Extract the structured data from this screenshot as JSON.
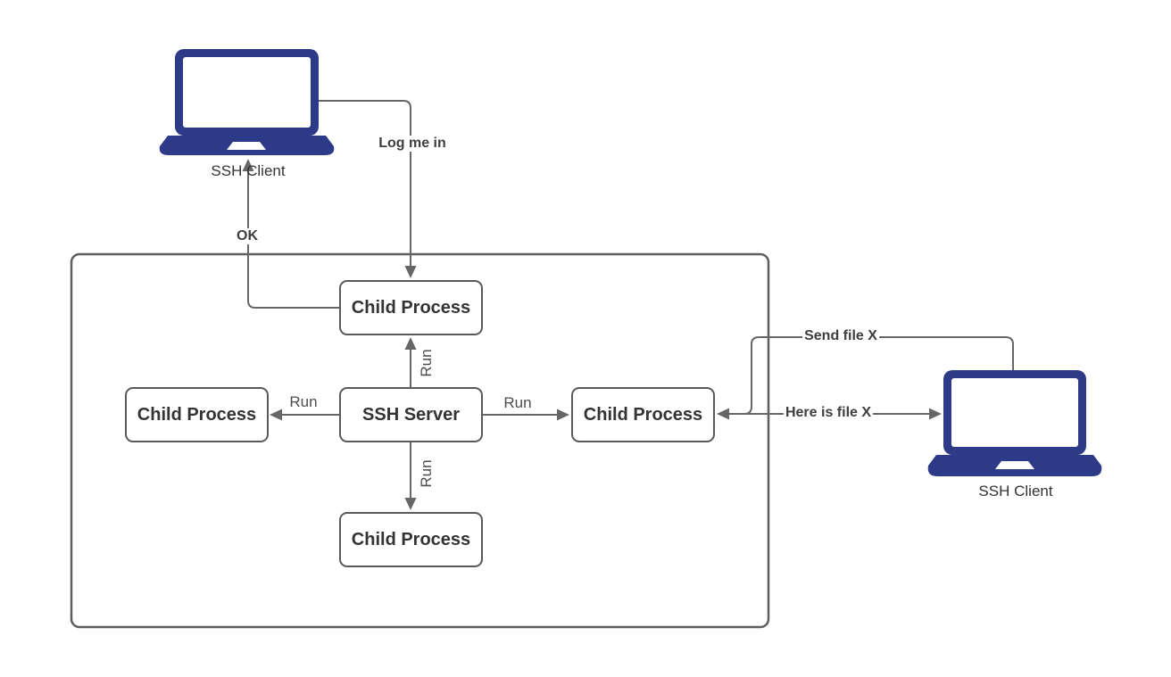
{
  "diagram": {
    "nodes": {
      "ssh_server": {
        "label": "SSH Server"
      },
      "child_top": {
        "label": "Child Process"
      },
      "child_left": {
        "label": "Child Process"
      },
      "child_right": {
        "label": "Child Process"
      },
      "child_bottom": {
        "label": "Child Process"
      },
      "client_left": {
        "label": "SSH Client",
        "icon": "laptop-icon"
      },
      "client_right": {
        "label": "SSH Client",
        "icon": "laptop-icon"
      }
    },
    "edges": {
      "log_me_in": {
        "label": "Log me in"
      },
      "ok": {
        "label": "OK"
      },
      "run_up": {
        "label": "Run"
      },
      "run_down": {
        "label": "Run"
      },
      "run_left": {
        "label": "Run"
      },
      "run_right": {
        "label": "Run"
      },
      "send_file": {
        "label": "Send file X"
      },
      "here_is_file": {
        "label": "Here is file X"
      }
    },
    "colors": {
      "laptop_fill": "#2d3a87",
      "connector": "#666666",
      "shape_border": "#595959",
      "boundary_border": "#5e5e5e",
      "node_text": "#333333",
      "edge_label_text": "#3d3d3d"
    }
  }
}
